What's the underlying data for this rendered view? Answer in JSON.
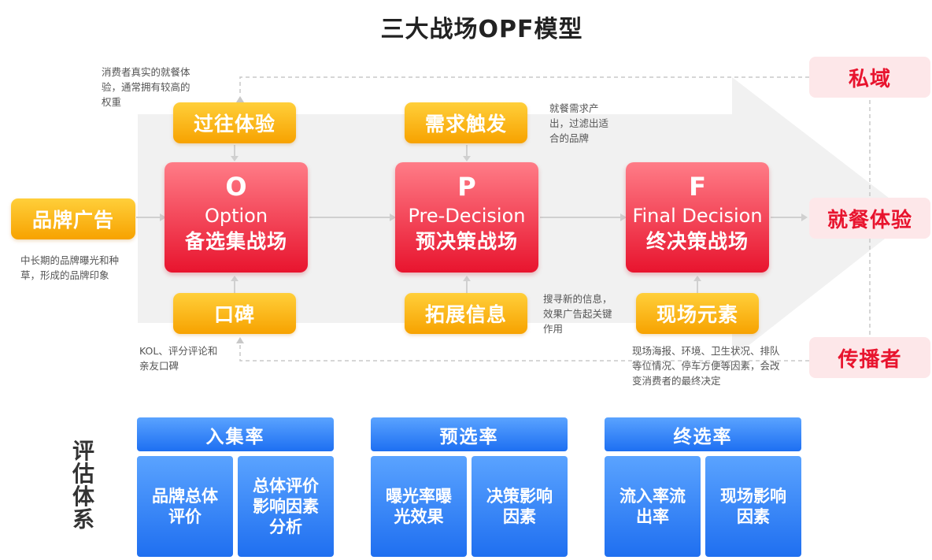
{
  "title": "三大战场OPF模型",
  "inputs": {
    "brand_ad": "品牌广告",
    "past_experience": "过往体验",
    "word_of_mouth": "口碑",
    "demand_trigger": "需求触发",
    "expand_info": "拓展信息",
    "onsite_elements": "现场元素"
  },
  "stages": [
    {
      "letter": "O",
      "en": "Option",
      "cn": "备选集战场"
    },
    {
      "letter": "P",
      "en": "Pre-Decision",
      "cn": "预决策战场"
    },
    {
      "letter": "F",
      "en": "Final Decision",
      "cn": "终决策战场"
    }
  ],
  "outputs": {
    "private_domain": "私域",
    "dining_experience": "就餐体验",
    "spreader": "传播者"
  },
  "notes": {
    "past_experience": "消费者真实的就餐体验，通常拥有较高的权重",
    "brand_ad": "中长期的品牌曝光和种草，形成的品牌印象",
    "word_of_mouth": "KOL、评分评论和亲友口碑",
    "demand_trigger": "就餐需求产出，过滤出适合的品牌",
    "expand_info": "搜寻新的信息，效果广告起关键作用",
    "onsite_elements": "现场海报、环境、卫生状况、排队等位情况、停车方便等因素，会改变消费者的最终决定"
  },
  "evaluation": {
    "label": "评估体系",
    "groups": [
      {
        "header": "入集率",
        "cells": [
          "品牌总体评价",
          "总体评价影响因素分析"
        ]
      },
      {
        "header": "预选率",
        "cells": [
          "曝光率曝光效果",
          "决策影响因素"
        ]
      },
      {
        "header": "终选率",
        "cells": [
          "流入率流出率",
          "现场影响因素"
        ]
      }
    ]
  },
  "colors": {
    "yellow": "#f7a200",
    "red": "#e8142e",
    "pink_bg": "#fde7e9",
    "blue": "#1d6ff2"
  }
}
